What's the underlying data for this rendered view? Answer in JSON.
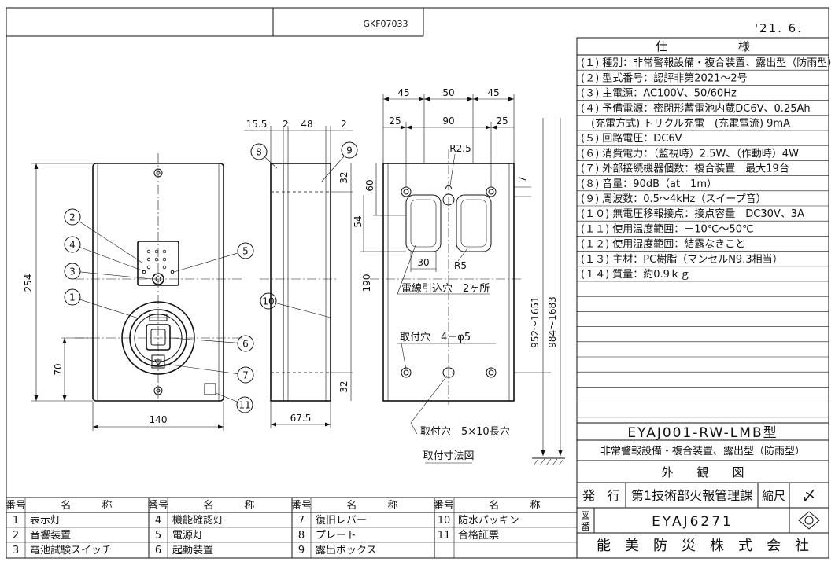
{
  "header": {
    "drawing_code": "GKF07033",
    "date": "'21. 6."
  },
  "spec": {
    "title": "仕　　　　　　様",
    "items": [
      "(１) 種別：非常警報設備・複合装置、露出型（防雨型）",
      "(２) 型式番号：認評非第2021～2号",
      "(３) 主電源：AC100V、50/60Hz",
      "(４) 予備電源：密閉形蓄電池内蔵DC6V、0.25Ah",
      "　(充電方式) トリクル充電　(充電電流) 9mA",
      "(５) 回路電圧：DC6V",
      "(６) 消費電力：（監視時）2.5W、（作動時）4W",
      "(７) 外部接続機器個数：複合装置　最大19台",
      "(８) 音量：90dB（at　1m）",
      "(９) 周波数：0.5～4kHz（スイープ音）",
      "(１０) 無電圧移報接点：接点容量　DC30V、3A",
      "(１１) 使用温度範囲：－10℃～50℃",
      "(１２) 使用湿度範囲：結露なきこと",
      "(１３) 主材：PC樹脂（マンセルN9.3相当）",
      "(１４) 質量：約0.9ｋｇ"
    ]
  },
  "title_block": {
    "model": "EYAJ001-RW-LMB型",
    "description": "非常警報設備・複合装置、露出型（防雨型）",
    "view_name": "外　　観　　図",
    "issue_label": "発　行",
    "department": "第1技術部火報管理課",
    "scale_label": "縮尺",
    "scale_value": "〆",
    "drawing_label_1": "図",
    "drawing_label_2": "番",
    "drawing_number": "EYAJ6271",
    "company": "能　美　防　災　株　式　会　社"
  },
  "parts_table": {
    "header_no": "番号",
    "header_name": "名　　　称",
    "items": [
      {
        "no": "1",
        "name": "表示灯"
      },
      {
        "no": "2",
        "name": "音響装置"
      },
      {
        "no": "3",
        "name": "電池試験スイッチ"
      },
      {
        "no": "4",
        "name": "機能確認灯"
      },
      {
        "no": "5",
        "name": "電源灯"
      },
      {
        "no": "6",
        "name": "起動装置"
      },
      {
        "no": "7",
        "name": "復旧レバー"
      },
      {
        "no": "8",
        "name": "プレート"
      },
      {
        "no": "9",
        "name": "露出ボックス"
      },
      {
        "no": "10",
        "name": "防水パッキン"
      },
      {
        "no": "11",
        "name": "合格証票"
      }
    ]
  },
  "dimensions": {
    "front_width": "140",
    "front_height": "254",
    "front_low": "70",
    "side_a": "15.5",
    "side_b": "2",
    "side_c": "48",
    "side_d": "2",
    "side_depth": "67.5",
    "side_top": "32",
    "side_bottom": "32",
    "back_top_1": "45",
    "back_top_2": "50",
    "back_top_3": "45",
    "back_mid_1": "25",
    "back_mid_2": "90",
    "back_mid_3": "25",
    "r25": "R2.5",
    "r5": "R5",
    "d60": "60",
    "d54": "54",
    "d30": "30",
    "d190": "190",
    "d7": "7",
    "range_1": "952～1651",
    "range_2": "984～1683"
  },
  "notes": {
    "cable_hole": "電線引込穴　2ヶ所",
    "mount_hole": "取付穴　4－φ5",
    "mount_slot": "取付穴　5×10長穴",
    "mount_view": "取付寸法図"
  },
  "callouts": [
    "1",
    "2",
    "3",
    "4",
    "5",
    "6",
    "7",
    "8",
    "9",
    "10",
    "11"
  ]
}
